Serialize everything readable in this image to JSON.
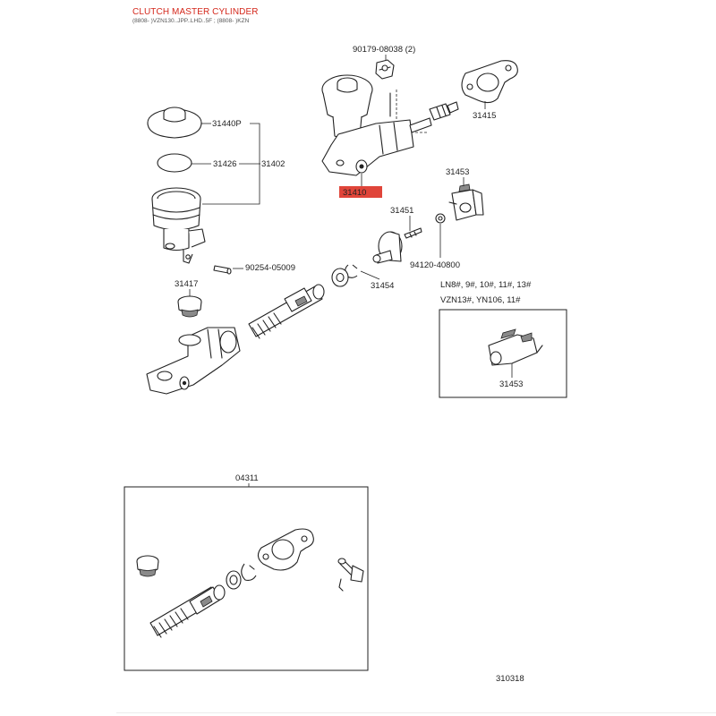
{
  "header": {
    "title": "CLUTCH MASTER CYLINDER",
    "subtitle": "(8808- )VZN130..JPP..LHD..5F ; (8808- )KZN"
  },
  "parts": {
    "p90179": "90179-08038 (2)",
    "p31415": "31415",
    "p31440P": "31440P",
    "p31426": "31426",
    "p31402": "31402",
    "p31410": "31410",
    "p31453": "31453",
    "p31451": "31451",
    "p94120": "94120-40800",
    "p90254": "90254-05009",
    "p31417": "31417",
    "p31454": "31454",
    "p31453b": "31453",
    "p04311": "04311"
  },
  "variant_note": {
    "line1": "LN8#, 9#, 10#, 11#, 13#",
    "line2": "VZN13#, YN106, 11#"
  },
  "highlight_color": "#e0453a",
  "diagram_id": "310318"
}
